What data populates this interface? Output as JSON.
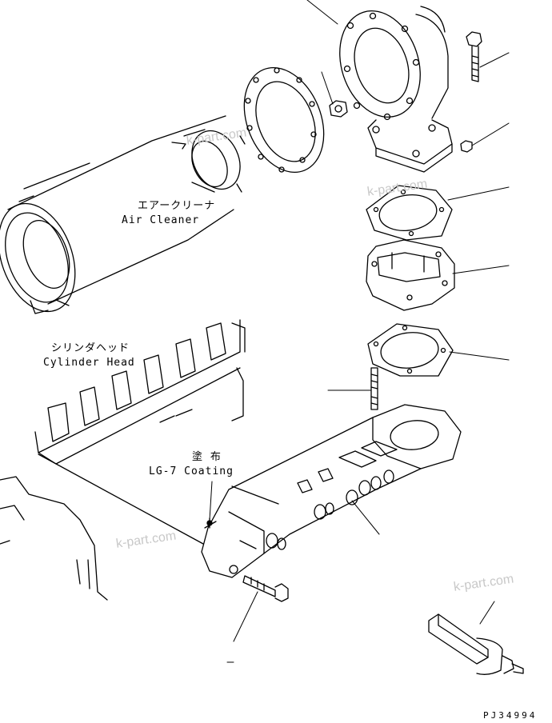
{
  "labels": {
    "air_cleaner_jp": "エアークリーナ",
    "air_cleaner_en": "Air Cleaner",
    "cylinder_head_jp": "シリンダヘッド",
    "cylinder_head_en": "Cylinder Head",
    "coating_jp": "塗 布",
    "coating_en": "LG-7 Coating",
    "drawing_code": "PJ34994"
  },
  "watermarks": [
    "k-part.com",
    "k-part.com",
    "k-part.com",
    "k-part.com"
  ],
  "colors": {
    "line": "#000000",
    "watermark": "#c8c8c8",
    "background": "#ffffff"
  }
}
